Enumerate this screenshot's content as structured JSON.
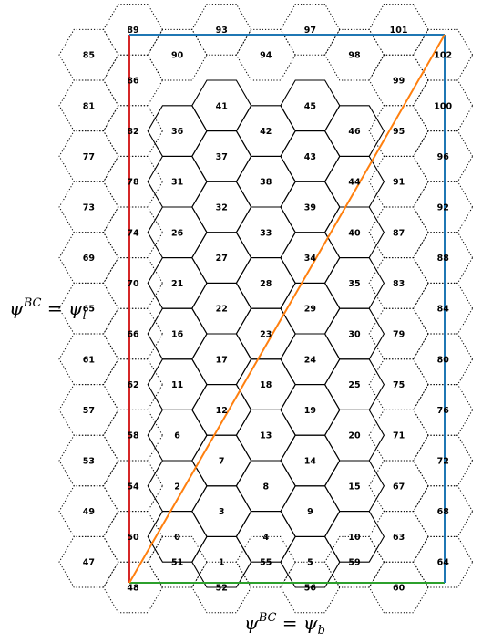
{
  "labels": {
    "left_bc": {
      "lhs": "ψ",
      "sup": "BC",
      "eq": " = ψ",
      "sub": "l"
    },
    "bottom_bc": {
      "lhs": "ψ",
      "sup": "BC",
      "eq": " = ψ",
      "sub": "b"
    }
  },
  "colors": {
    "left_boundary": "#d62728",
    "bottom_boundary": "#2ca02c",
    "top_right_boundary": "#1f77b4",
    "diagonal": "#ff7f0e",
    "cell_edge": "#000000"
  },
  "cells": {
    "interior": [
      {
        "id": "0",
        "col": 1,
        "row": 2
      },
      {
        "id": "1",
        "col": 2,
        "row": 1
      },
      {
        "id": "2",
        "col": 1,
        "row": 4
      },
      {
        "id": "3",
        "col": 2,
        "row": 3
      },
      {
        "id": "4",
        "col": 3,
        "row": 2
      },
      {
        "id": "5",
        "col": 4,
        "row": 1
      },
      {
        "id": "6",
        "col": 1,
        "row": 6
      },
      {
        "id": "7",
        "col": 2,
        "row": 5
      },
      {
        "id": "8",
        "col": 3,
        "row": 4
      },
      {
        "id": "9",
        "col": 4,
        "row": 3
      },
      {
        "id": "10",
        "col": 5,
        "row": 2
      },
      {
        "id": "11",
        "col": 1,
        "row": 8
      },
      {
        "id": "12",
        "col": 2,
        "row": 7
      },
      {
        "id": "13",
        "col": 3,
        "row": 6
      },
      {
        "id": "14",
        "col": 4,
        "row": 5
      },
      {
        "id": "15",
        "col": 5,
        "row": 4
      },
      {
        "id": "16",
        "col": 1,
        "row": 10
      },
      {
        "id": "17",
        "col": 2,
        "row": 9
      },
      {
        "id": "18",
        "col": 3,
        "row": 8
      },
      {
        "id": "19",
        "col": 4,
        "row": 7
      },
      {
        "id": "20",
        "col": 5,
        "row": 6
      },
      {
        "id": "21",
        "col": 1,
        "row": 12
      },
      {
        "id": "22",
        "col": 2,
        "row": 11
      },
      {
        "id": "23",
        "col": 3,
        "row": 10
      },
      {
        "id": "24",
        "col": 4,
        "row": 9
      },
      {
        "id": "25",
        "col": 5,
        "row": 8
      },
      {
        "id": "26",
        "col": 1,
        "row": 14
      },
      {
        "id": "27",
        "col": 2,
        "row": 13
      },
      {
        "id": "28",
        "col": 3,
        "row": 12
      },
      {
        "id": "29",
        "col": 4,
        "row": 11
      },
      {
        "id": "30",
        "col": 5,
        "row": 10
      },
      {
        "id": "31",
        "col": 1,
        "row": 16
      },
      {
        "id": "32",
        "col": 2,
        "row": 15
      },
      {
        "id": "33",
        "col": 3,
        "row": 14
      },
      {
        "id": "34",
        "col": 4,
        "row": 13
      },
      {
        "id": "35",
        "col": 5,
        "row": 12
      },
      {
        "id": "36",
        "col": 1,
        "row": 18
      },
      {
        "id": "37",
        "col": 2,
        "row": 17
      },
      {
        "id": "38",
        "col": 3,
        "row": 16
      },
      {
        "id": "39",
        "col": 4,
        "row": 15
      },
      {
        "id": "40",
        "col": 5,
        "row": 14
      },
      {
        "id": "41",
        "col": 2,
        "row": 19
      },
      {
        "id": "42",
        "col": 3,
        "row": 18
      },
      {
        "id": "43",
        "col": 4,
        "row": 17
      },
      {
        "id": "44",
        "col": 5,
        "row": 16
      },
      {
        "id": "45",
        "col": 4,
        "row": 19
      },
      {
        "id": "46",
        "col": 5,
        "row": 18
      }
    ],
    "ghost": [
      {
        "id": "47",
        "col": -1,
        "row": 1
      },
      {
        "id": "48",
        "col": 0,
        "row": 0
      },
      {
        "id": "49",
        "col": -1,
        "row": 3
      },
      {
        "id": "50",
        "col": 0,
        "row": 2
      },
      {
        "id": "51",
        "col": 1,
        "row": 1
      },
      {
        "id": "52",
        "col": 2,
        "row": 0
      },
      {
        "id": "53",
        "col": -1,
        "row": 5
      },
      {
        "id": "54",
        "col": 0,
        "row": 4
      },
      {
        "id": "55",
        "col": 3,
        "row": 1
      },
      {
        "id": "56",
        "col": 4,
        "row": 0
      },
      {
        "id": "57",
        "col": -1,
        "row": 7
      },
      {
        "id": "58",
        "col": 0,
        "row": 6
      },
      {
        "id": "59",
        "col": 5,
        "row": 1
      },
      {
        "id": "60",
        "col": 6,
        "row": 0
      },
      {
        "id": "61",
        "col": -1,
        "row": 9
      },
      {
        "id": "62",
        "col": 0,
        "row": 8
      },
      {
        "id": "63",
        "col": 6,
        "row": 2
      },
      {
        "id": "64",
        "col": 7,
        "row": 1
      },
      {
        "id": "65",
        "col": -1,
        "row": 11
      },
      {
        "id": "66",
        "col": 0,
        "row": 10
      },
      {
        "id": "67",
        "col": 6,
        "row": 4
      },
      {
        "id": "68",
        "col": 7,
        "row": 3
      },
      {
        "id": "69",
        "col": -1,
        "row": 13
      },
      {
        "id": "70",
        "col": 0,
        "row": 12
      },
      {
        "id": "71",
        "col": 6,
        "row": 6
      },
      {
        "id": "72",
        "col": 7,
        "row": 5
      },
      {
        "id": "73",
        "col": -1,
        "row": 15
      },
      {
        "id": "74",
        "col": 0,
        "row": 14
      },
      {
        "id": "75",
        "col": 6,
        "row": 8
      },
      {
        "id": "76",
        "col": 7,
        "row": 7
      },
      {
        "id": "77",
        "col": -1,
        "row": 17
      },
      {
        "id": "78",
        "col": 0,
        "row": 16
      },
      {
        "id": "79",
        "col": 6,
        "row": 10
      },
      {
        "id": "80",
        "col": 7,
        "row": 9
      },
      {
        "id": "81",
        "col": -1,
        "row": 19
      },
      {
        "id": "82",
        "col": 0,
        "row": 18
      },
      {
        "id": "83",
        "col": 6,
        "row": 12
      },
      {
        "id": "84",
        "col": 7,
        "row": 11
      },
      {
        "id": "85",
        "col": -1,
        "row": 21
      },
      {
        "id": "86",
        "col": 0,
        "row": 20
      },
      {
        "id": "87",
        "col": 6,
        "row": 14
      },
      {
        "id": "88",
        "col": 7,
        "row": 13
      },
      {
        "id": "89",
        "col": 0,
        "row": 22
      },
      {
        "id": "90",
        "col": 1,
        "row": 21
      },
      {
        "id": "91",
        "col": 6,
        "row": 16
      },
      {
        "id": "92",
        "col": 7,
        "row": 15
      },
      {
        "id": "93",
        "col": 2,
        "row": 22
      },
      {
        "id": "94",
        "col": 3,
        "row": 21
      },
      {
        "id": "95",
        "col": 6,
        "row": 18
      },
      {
        "id": "96",
        "col": 7,
        "row": 17
      },
      {
        "id": "97",
        "col": 4,
        "row": 22
      },
      {
        "id": "98",
        "col": 5,
        "row": 21
      },
      {
        "id": "99",
        "col": 6,
        "row": 20
      },
      {
        "id": "100",
        "col": 7,
        "row": 19
      },
      {
        "id": "101",
        "col": 6,
        "row": 22
      },
      {
        "id": "102",
        "col": 7,
        "row": 21
      }
    ]
  }
}
